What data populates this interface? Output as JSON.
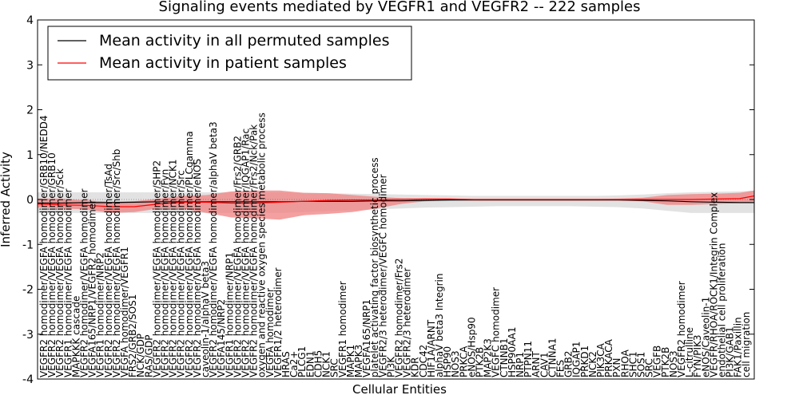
{
  "chart_data": {
    "type": "line",
    "title": "Signaling events mediated by VEGFR1 and VEGFR2 -- 222 samples",
    "xlabel": "Cellular Entities",
    "ylabel": "Inferred Activity",
    "ylim": [
      -4,
      4
    ],
    "yticks": [
      -4,
      -3,
      -2,
      -1,
      0,
      1,
      2,
      3,
      4
    ],
    "grid": false,
    "legend_position": "top-left",
    "colors": {
      "permuted": "#000000",
      "patient": "#ff0000",
      "patient_band": "#f08080",
      "permuted_band": "#d3d3d3"
    },
    "series": [
      {
        "name": "Mean activity in all permuted samples",
        "x": [
          0,
          30,
          60,
          90,
          120,
          150,
          180,
          210,
          240,
          270,
          300,
          330,
          360,
          390,
          420,
          450,
          480,
          510,
          540,
          570,
          600,
          630,
          660,
          690,
          720,
          750,
          780,
          810,
          840,
          870,
          888
        ],
        "values": [
          -0.08,
          -0.08,
          -0.07,
          -0.07,
          -0.06,
          -0.05,
          -0.05,
          -0.05,
          -0.05,
          -0.05,
          -0.05,
          -0.04,
          -0.04,
          -0.04,
          -0.03,
          -0.03,
          -0.02,
          -0.01,
          -0.01,
          -0.01,
          -0.01,
          -0.01,
          -0.01,
          -0.01,
          -0.01,
          -0.02,
          -0.03,
          -0.05,
          -0.06,
          -0.07,
          -0.07
        ],
        "lower": [
          -0.3,
          -0.3,
          -0.3,
          -0.3,
          -0.3,
          -0.3,
          -0.3,
          -0.3,
          -0.3,
          -0.3,
          -0.3,
          -0.28,
          -0.26,
          -0.24,
          -0.22,
          -0.2,
          -0.18,
          -0.17,
          -0.16,
          -0.15,
          -0.15,
          -0.15,
          -0.15,
          -0.16,
          -0.17,
          -0.2,
          -0.25,
          -0.3,
          -0.3,
          -0.3,
          -0.3
        ],
        "upper": [
          0.16,
          0.16,
          0.16,
          0.16,
          0.16,
          0.16,
          0.16,
          0.16,
          0.16,
          0.16,
          0.16,
          0.15,
          0.14,
          0.13,
          0.12,
          0.11,
          0.1,
          0.09,
          0.08,
          0.08,
          0.08,
          0.08,
          0.08,
          0.08,
          0.09,
          0.11,
          0.14,
          0.16,
          0.17,
          0.18,
          0.2
        ]
      },
      {
        "name": "Mean activity in patient samples",
        "x": [
          0,
          30,
          60,
          90,
          120,
          150,
          180,
          210,
          240,
          270,
          300,
          330,
          360,
          390,
          420,
          450,
          480,
          510,
          540,
          570,
          600,
          630,
          660,
          690,
          720,
          750,
          780,
          810,
          840,
          870,
          888
        ],
        "values": [
          -0.1,
          -0.12,
          -0.13,
          -0.16,
          -0.16,
          -0.1,
          -0.06,
          -0.06,
          -0.08,
          -0.08,
          -0.06,
          -0.04,
          -0.02,
          -0.01,
          -0.01,
          0.0,
          0.01,
          0.01,
          0.0,
          0.0,
          0.0,
          0.0,
          0.0,
          0.0,
          0.0,
          0.0,
          0.0,
          0.0,
          0.01,
          0.02,
          0.08
        ],
        "lower": [
          -0.18,
          -0.2,
          -0.22,
          -0.3,
          -0.28,
          -0.2,
          -0.2,
          -0.3,
          -0.4,
          -0.42,
          -0.45,
          -0.35,
          -0.32,
          -0.28,
          -0.2,
          -0.1,
          -0.04,
          -0.02,
          -0.01,
          -0.01,
          -0.01,
          -0.01,
          -0.01,
          -0.01,
          -0.02,
          -0.04,
          -0.12,
          -0.12,
          -0.1,
          -0.08,
          -0.05
        ],
        "upper": [
          0.02,
          0.02,
          -0.02,
          -0.05,
          -0.04,
          0.02,
          0.08,
          0.1,
          0.18,
          0.2,
          0.2,
          0.15,
          0.14,
          0.1,
          0.06,
          0.03,
          0.02,
          0.01,
          0.01,
          0.01,
          0.01,
          0.01,
          0.01,
          0.01,
          0.02,
          0.04,
          0.1,
          0.12,
          0.13,
          0.15,
          0.2
        ]
      }
    ],
    "entity_labels": [
      "VEGFR2 homodimer/VEGFA homodimer/GRB10/NEDD4",
      "VEGFR2 homodimer/VEGFA homodimer/GRB10",
      "VEGFR2 homodimer/VEGFA homodimer/Sck",
      "VEGFR1 homodimer/VEGFA homodimer",
      "MAPKKK cascade",
      "VEGFR2 homodimer/VEGFA homodimer",
      "VEGFA165/NRP1/VEGFR2 homodimer",
      "VEGFR1 homodimer/NRP2",
      "VEGFR2 homodimer/VEGFA homodimer/TsAd",
      "VEGFR2 homodimer/VEGFA homodimer/Src/Shb",
      "VEGFA homodimer/VEGFR1",
      "FRS2/GRB2/SOS1",
      "NCK/GDP",
      "RAS/GDP",
      "VEGFR2 homodimer/VEGFA homodimer/SHP2",
      "VEGFR2 homodimer/VEGFA homodimer/Fyn",
      "VEGFR2 homodimer/VEGFA homodimer/NCK1",
      "VEGFR2 homodimer/VEGFA homodimer/Src",
      "VEGFR2 homodimer/VEGFA homodimer/PLCgamma",
      "VEGFR2 homodimer/VEGFA homodimer/eNOS",
      "caveolin-1/alphaV beta3",
      "VEGFR2 homodimer/VEGFA homodimer/alphaV beta3",
      "VEGFA145/NRP2",
      "VEGFR1 homodimer/NRP1",
      "VEGFR2 homodimer/VEGFA homodimer/Frs2/GRB2",
      "VEGFR2 homodimer/VEGFA homodimer/IQGAP1/Rac",
      "VEGFR2 homodimer/VEGFA homodimer/Frs2/Nck/Pak",
      "oxygen and reactive oxygen species metabolic process",
      "VEGFA homodimer",
      "VEGFR1/2 heterodimer",
      "HRAS",
      "Ca2+",
      "PLCG1",
      "EDN1",
      "CDH5",
      "NCK1",
      "SRC",
      "VEGFR1 homodimer",
      "MAPK1",
      "MAPK3",
      "VEGFA165/NRP1",
      "platelet activating factor biosynthetic process",
      "VEGFR2/3 heterodimer/VEGFC homodimer",
      "PI3K",
      "VEGFR2 homodimer/Frs2",
      "VEGFR2/3 heterodimer",
      "KDR",
      "CDC42",
      "HIF1A/ARNT",
      "alphaV beta3 Integrin",
      "HSP90",
      "NOS3",
      "PRKCA",
      "eNOS/Hsp90",
      "PTK2B",
      "MAP2K3",
      "VEGFC homodimer",
      "CTNNB1",
      "HSP90AA1",
      "NRP1",
      "PTPN11",
      "ARNT",
      "CAV1",
      "CTNNA1",
      "FES",
      "GRB2",
      "IQGAP1",
      "PRKD1",
      "NCK2",
      "PIK3CA",
      "PRKACA",
      "PXN",
      "RHOA",
      "SHC1",
      "SOS1",
      "SRC",
      "VEGFB",
      "PTK2B",
      "NOS3",
      "VEGFR2 homodimer",
      "L-citrulline",
      "FYN/PIK3",
      "eNOS/Caveolin-1",
      "VEGFR/RHOA/ROCK1/Integrin Complex",
      "endothelial cell proliferation",
      "PI3K/GAB1",
      "FAK1/Paxillin",
      "cell migration"
    ],
    "entity_label_x": [
      0,
      10,
      20,
      30,
      40,
      50,
      60,
      70,
      80,
      90,
      100,
      110,
      120,
      130,
      140,
      150,
      160,
      170,
      180,
      190,
      200,
      210,
      220,
      230,
      240,
      250,
      260,
      270,
      280,
      290,
      300,
      310,
      320,
      330,
      340,
      350,
      360,
      370,
      380,
      390,
      400,
      410,
      420,
      430,
      440,
      450,
      460,
      470,
      480,
      490,
      500,
      510,
      520,
      530,
      540,
      550,
      560,
      570,
      580,
      590,
      600,
      610,
      620,
      630,
      640,
      650,
      660,
      670,
      680,
      690,
      700,
      710,
      720,
      730,
      740,
      750,
      760,
      770,
      780,
      790,
      800,
      810,
      820,
      830,
      840,
      850,
      860,
      870
    ],
    "xlim": [
      0,
      888
    ]
  }
}
